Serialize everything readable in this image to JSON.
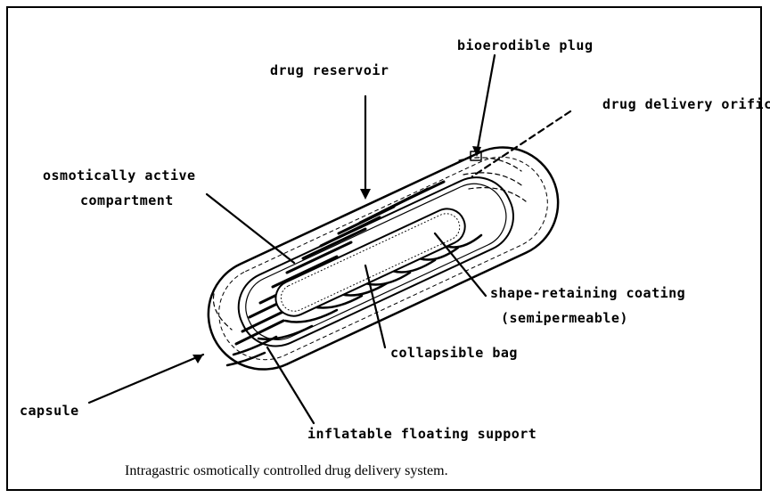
{
  "labels": {
    "bioerodible_plug": "bioerodible plug",
    "drug_reservoir": "drug reservoir",
    "drug_delivery_orifice": "drug delivery orifice",
    "osmotically_active_line1": "osmotically active",
    "osmotically_active_line2": "compartment",
    "shape_retaining_line1": "shape-retaining coating",
    "shape_retaining_line2": "(semipermeable)",
    "collapsible_bag": "collapsible bag",
    "capsule": "capsule",
    "inflatable_floating_support": "inflatable floating support"
  },
  "caption": "Intragastric osmotically controlled drug delivery system."
}
